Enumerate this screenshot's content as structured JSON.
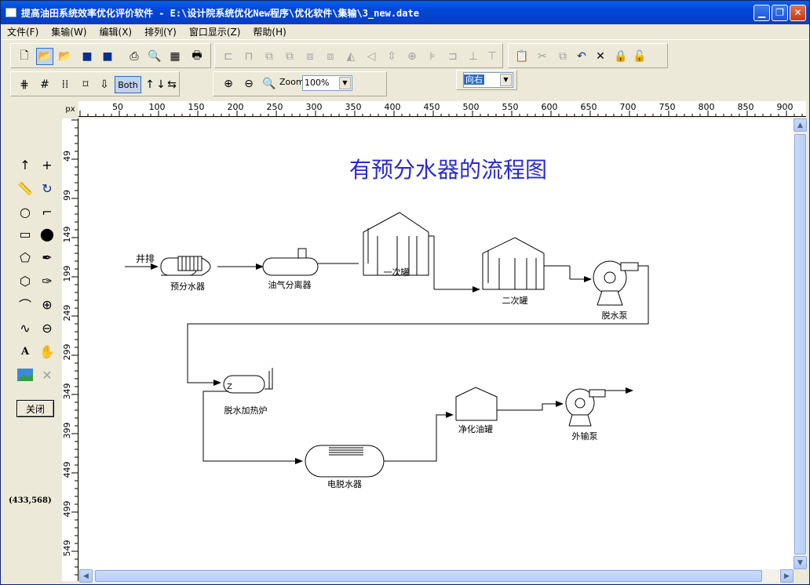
{
  "window": {
    "title": "提高油田系统效率优化评价软件 - E:\\设计院系统优化New程序\\优化软件\\集输\\3_new.date"
  },
  "menu": [
    "文件(F)",
    "集输(W)",
    "编辑(X)",
    "排列(Y)",
    "窗口显示(Z)",
    "帮助(H)"
  ],
  "toolbar": {
    "both_label": "Both",
    "zoom_label": "Zoom:",
    "zoom_value": "100%",
    "direction_value": "向右"
  },
  "ruler": {
    "unit": "px",
    "h_ticks": [
      "50",
      "100",
      "150",
      "200",
      "250",
      "300",
      "350",
      "400",
      "450",
      "500",
      "550",
      "600",
      "650",
      "700",
      "750",
      "800",
      "850",
      "900"
    ],
    "v_ticks": [
      "49",
      "99",
      "149",
      "199",
      "249",
      "299",
      "349",
      "399",
      "449",
      "499",
      "549"
    ]
  },
  "left_panel": {
    "close_label": "关闭",
    "coords": "(433,568)"
  },
  "diagram": {
    "title": "有预分水器的流程图",
    "inlet_label": "井排",
    "labels": {
      "separator": "预分水器",
      "gas_sep": "油气分离器",
      "tank1": "一次罐",
      "tank2": "二次罐",
      "pump1": "脱水泵",
      "heater": "脱水加热炉",
      "dehydrator": "电脱水器",
      "clean_tank": "净化油罐",
      "pump2": "外输泵"
    }
  }
}
